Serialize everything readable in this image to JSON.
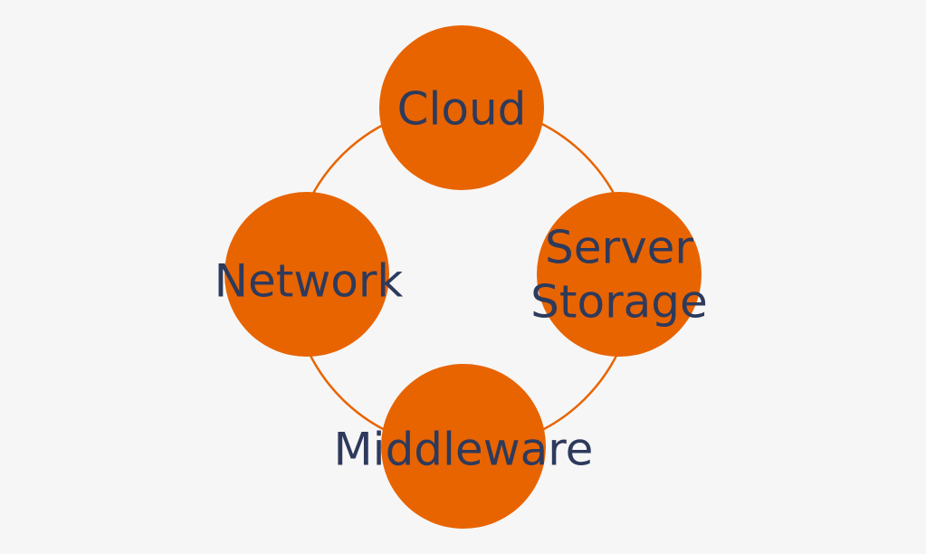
{
  "diagram": {
    "nodes": {
      "cloud": {
        "label": "Cloud"
      },
      "network": {
        "label": "Network"
      },
      "server_storage": {
        "line1": "Server",
        "line2": "Storage"
      },
      "middleware": {
        "label": "Middleware"
      }
    }
  },
  "colors": {
    "background": "#f6f6f6",
    "node_fill": "#e86400",
    "ring_stroke": "#e86400",
    "label_text": "#2e3a5c"
  }
}
